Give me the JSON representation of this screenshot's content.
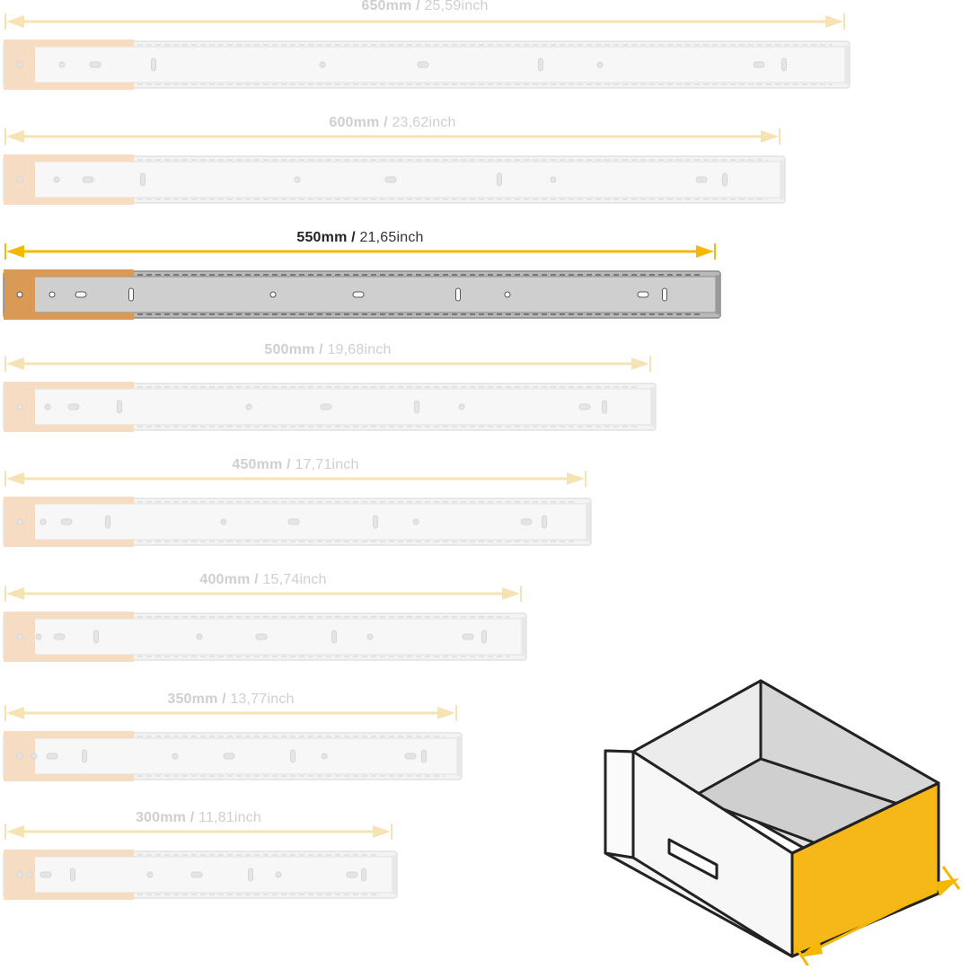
{
  "accent_color": "#f5b700",
  "faded_accent_color": "#f6e3b4",
  "rails": [
    {
      "mm": "650mm",
      "separator": " / ",
      "inch": "25,59inch",
      "length_mm": 650,
      "selected": false
    },
    {
      "mm": "600mm",
      "separator": " / ",
      "inch": "23,62inch",
      "length_mm": 600,
      "selected": false
    },
    {
      "mm": "550mm",
      "separator": " / ",
      "inch": "21,65inch",
      "length_mm": 550,
      "selected": true
    },
    {
      "mm": "500mm",
      "separator": " / ",
      "inch": "19,68inch",
      "length_mm": 500,
      "selected": false
    },
    {
      "mm": "450mm",
      "separator": " / ",
      "inch": "17,71inch",
      "length_mm": 450,
      "selected": false
    },
    {
      "mm": "400mm",
      "separator": " / ",
      "inch": "15,74inch",
      "length_mm": 400,
      "selected": false
    },
    {
      "mm": "350mm",
      "separator": " / ",
      "inch": "13,77inch",
      "length_mm": 350,
      "selected": false
    },
    {
      "mm": "300mm",
      "separator": " / ",
      "inch": "11,81inch",
      "length_mm": 300,
      "selected": false
    }
  ],
  "drawer_icon": "drawer-depth-diagram"
}
